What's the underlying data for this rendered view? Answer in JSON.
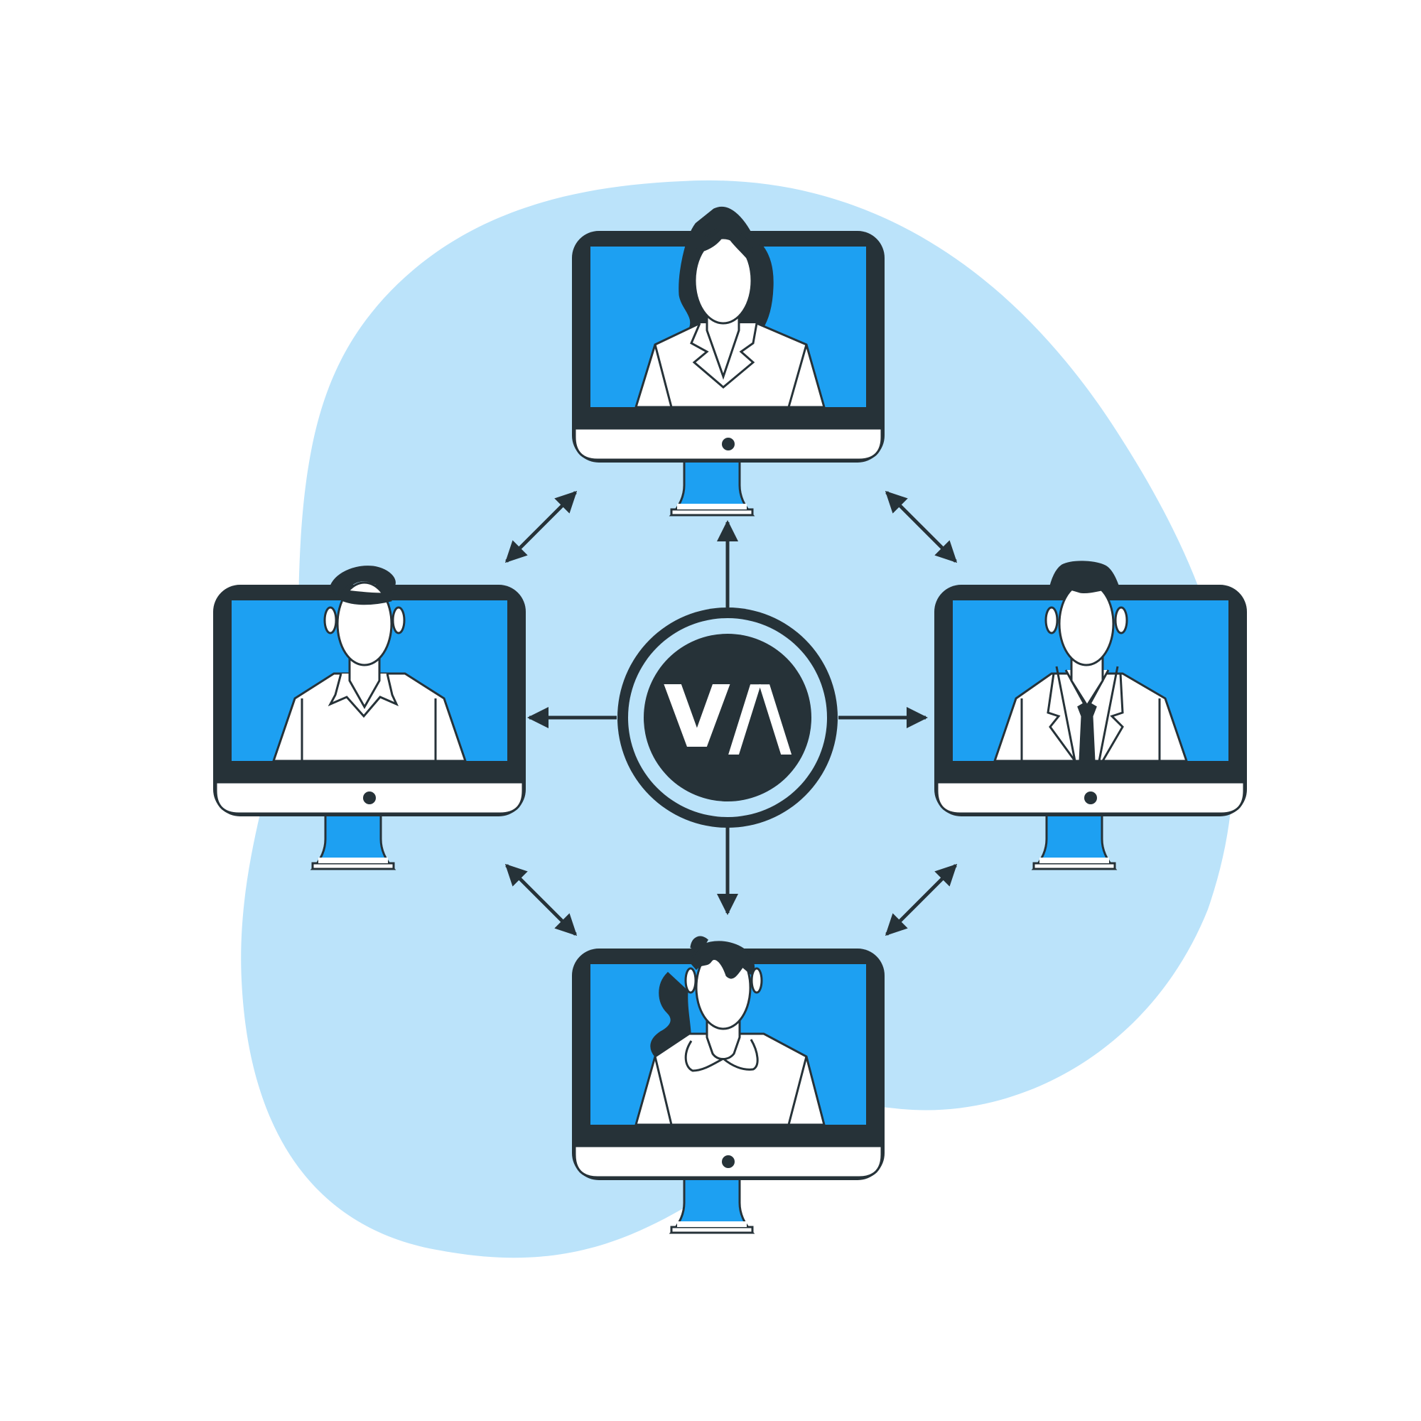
{
  "logo": {
    "text": "V/\\"
  },
  "colors": {
    "background": "#ffffff",
    "blob": "#bbe3fa",
    "screen": "#1da0f2",
    "dark": "#263238",
    "white": "#ffffff"
  },
  "icons": {
    "center_hub": "va-logo-hub-icon",
    "arrows": "double-arrow-icon",
    "people": [
      "woman-avatar",
      "man-avatar",
      "man-suit-avatar",
      "woman-bun-avatar"
    ]
  },
  "monitors": [
    {
      "id": "top",
      "person": "woman-long-hair"
    },
    {
      "id": "left",
      "person": "man-sweater"
    },
    {
      "id": "right",
      "person": "man-suit-tie"
    },
    {
      "id": "bottom",
      "person": "woman-bun"
    }
  ]
}
